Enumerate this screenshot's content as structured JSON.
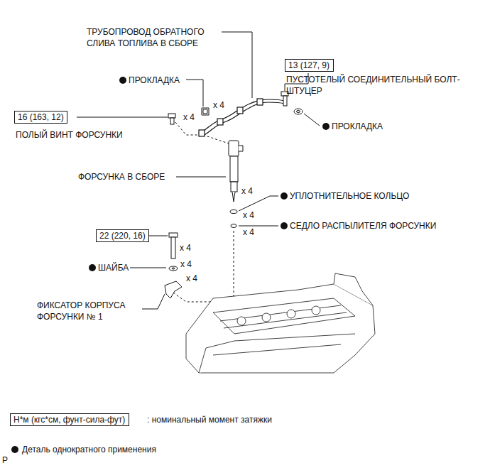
{
  "diagram": {
    "nodes": [
      {
        "text": [
          "16 (163, 12)"
        ]
      },
      {
        "text": [
          "13 (127, 9)"
        ]
      },
      {
        "text": [
          "22 (220, 16)"
        ]
      },
      {
        "text": [
          "Н*м (кгс*см, фунт-сила-фут)"
        ]
      }
    ],
    "labels": [
      "ТРУБОПРОВОД ОБРАТНОГО СЛИВА ТОПЛИВА В СБОРЕ",
      "ПРОКЛАДКА",
      "x 4",
      "x 4",
      "ПУСТОТЕЛЫЙ СОЕДИНИТЕЛЬНЫЙ БОЛТ-ШТУЦЕР",
      "ПРОКЛАДКА",
      "ПОЛЫЙ ВИНТ ФОРСУНКИ",
      "ФОРСУНКА В СБОРЕ",
      "x 4",
      "УПЛОТНИТЕЛЬНОЕ КОЛЬЦО",
      "x 4",
      "СЕДЛО РАСПЫЛИТЕЛЯ ФОРСУНКИ",
      "x 4",
      "x 4",
      "ШАЙБА",
      "x 4",
      "x 4",
      "ФИКСАТОР КОРПУСА ФОРСУНКИ № 1",
      "P"
    ],
    "legend": [
      {
        "text": ": номинальный момент затяжки"
      },
      {
        "text": "Деталь однократного применения"
      }
    ]
  }
}
